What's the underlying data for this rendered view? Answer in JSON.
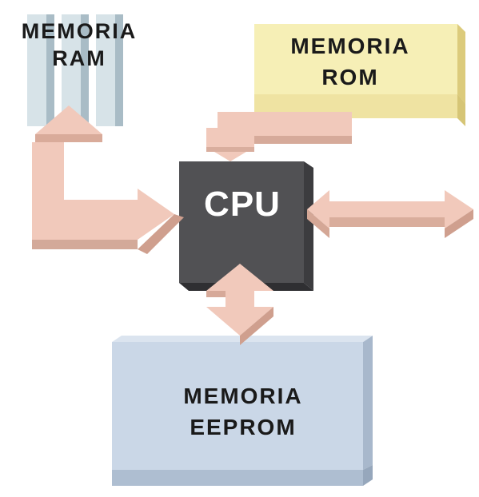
{
  "blocks": {
    "ram": {
      "line1": "MEMORIA",
      "line2": "RAM"
    },
    "rom": {
      "line1": "MEMORIA",
      "line2": "ROM"
    },
    "cpu": {
      "label": "CPU"
    },
    "eeprom": {
      "line1": "MEMORIA",
      "line2": "EEPROM"
    }
  },
  "colors": {
    "ram": "#cfdce3",
    "rom": "#f6efb6",
    "cpu": "#4f4f52",
    "eeprom": "#c9d6e6",
    "arrow": "#f1c9bb"
  }
}
